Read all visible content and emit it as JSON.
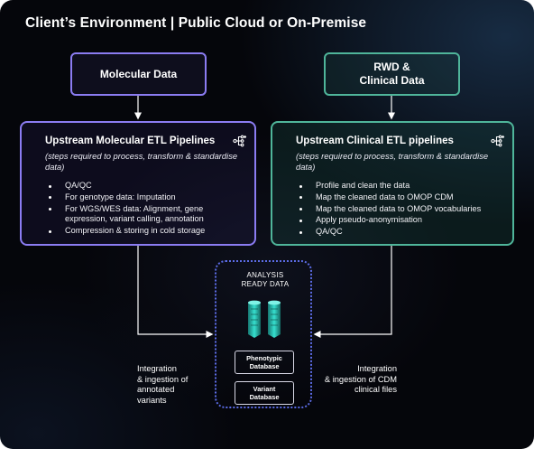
{
  "header": {
    "title": "Client’s Environment | Public Cloud or On-Premise"
  },
  "sources": {
    "molecular": "Molecular Data",
    "clinical": "RWD &\nClinical Data"
  },
  "pipelines": {
    "molecular": {
      "title": "Upstream Molecular ETL Pipelines",
      "subtitle": "(steps required to process, transform & standardise data)",
      "icon": "flow-icon",
      "steps": [
        "QA/QC",
        "For genotype data: Imputation",
        "For WGS/WES data:  Alignment, gene expression, variant calling, annotation",
        "Compression & storing in cold storage"
      ]
    },
    "clinical": {
      "title": "Upstream Clinical ETL pipelines",
      "subtitle": "(steps required to process, transform & standardise data)",
      "icon": "flow-icon",
      "steps": [
        "Profile and clean the data",
        "Map the cleaned data to OMOP CDM",
        "Map the cleaned data to OMOP vocabularies",
        "Apply pseudo-anonymisation",
        "QA/QC"
      ]
    }
  },
  "analysis": {
    "title": "ANALYSIS\nREADY DATA",
    "icon": "database-icon",
    "phenotypic": "Phenotypic\nDatabase",
    "variant": "Variant\nDatabase"
  },
  "captions": {
    "left": "Integration\n& ingestion of\nannotated\nvariants",
    "right": "Integration\n& ingestion of CDM\nclinical files"
  },
  "colors": {
    "molecular_accent": "#8b7cf2",
    "clinical_accent": "#4fb59a",
    "analysis_border": "#5c6ce6",
    "database_icon": "#2fd3c4",
    "background": "#05060b"
  }
}
